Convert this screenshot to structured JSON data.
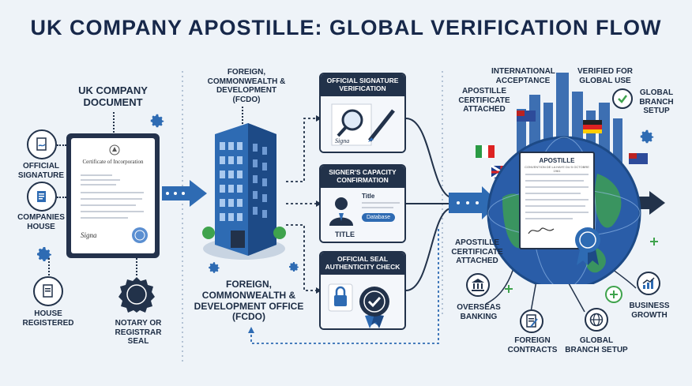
{
  "title": "UK COMPANY APOSTILLE: GLOBAL VERIFICATION FLOW",
  "document": {
    "label": "UK COMPANY DOCUMENT",
    "certificate_title": "Certificate of Incorporation",
    "signature_text": "Signa",
    "items": [
      {
        "label": "OFFICIAL SIGNATURE",
        "icon": "signature-icon"
      },
      {
        "label": "COMPANIES HOUSE",
        "icon": "companies-house-icon"
      },
      {
        "label": "HOUSE REGISTERED",
        "icon": "registered-doc-icon"
      },
      {
        "label": "NOTARY OR REGISTRAR SEAL",
        "icon": "seal-icon"
      }
    ]
  },
  "fcdo": {
    "top_label": "FOREIGN, COMMONWEALTH & DEVELOPMENT (FCDO)",
    "bottom_label": "FOREIGN, COMMONWEALTH & DEVELOPMENT OFFICE (FCDO)"
  },
  "checks": [
    {
      "title": "OFFICIAL SIGNATURE VERIFICATION",
      "icon": "magnifier-pen-icon",
      "signature_text": "Signa"
    },
    {
      "title": "SIGNER'S CAPACITY CONFIRMATION",
      "icon": "person-id-icon",
      "field_title": "Title",
      "field_button": "Database",
      "field_label": "TITLE"
    },
    {
      "title": "OFFICIAL SEAL AUTHENTICITY CHECK",
      "icon": "lock-seal-icon"
    }
  ],
  "apostille": {
    "heading": "APOSTILLE",
    "subheading": "CONVENTION DE LA HAYE DU 5 OCTOBRE 1961",
    "attached_top": "APOSTILLE CERTIFICATE ATTACHED",
    "attached_bottom": "APOSTILLE CERTIFICATE ATTACHED"
  },
  "outcomes": [
    {
      "label": "INTERNATIONAL ACCEPTANCE",
      "icon": "flags-icon"
    },
    {
      "label": "VERIFIED FOR GLOBAL USE",
      "icon": "check-icon"
    },
    {
      "label": "GLOBAL BRANCH SETUP",
      "icon": "gear-icon"
    },
    {
      "label": "OVERSEAS BANKING",
      "icon": "bank-icon"
    },
    {
      "label": "FOREIGN CONTRACTS",
      "icon": "contract-icon"
    },
    {
      "label": "GLOBAL BRANCH SETUP",
      "icon": "globe-icon"
    },
    {
      "label": "BUSINESS GROWTH",
      "icon": "growth-chart-icon"
    }
  ],
  "colors": {
    "navy": "#22324a",
    "blue": "#2e6bb3",
    "globe": "#2a5da8",
    "green": "#3fa34d",
    "background": "#eef3f8"
  }
}
